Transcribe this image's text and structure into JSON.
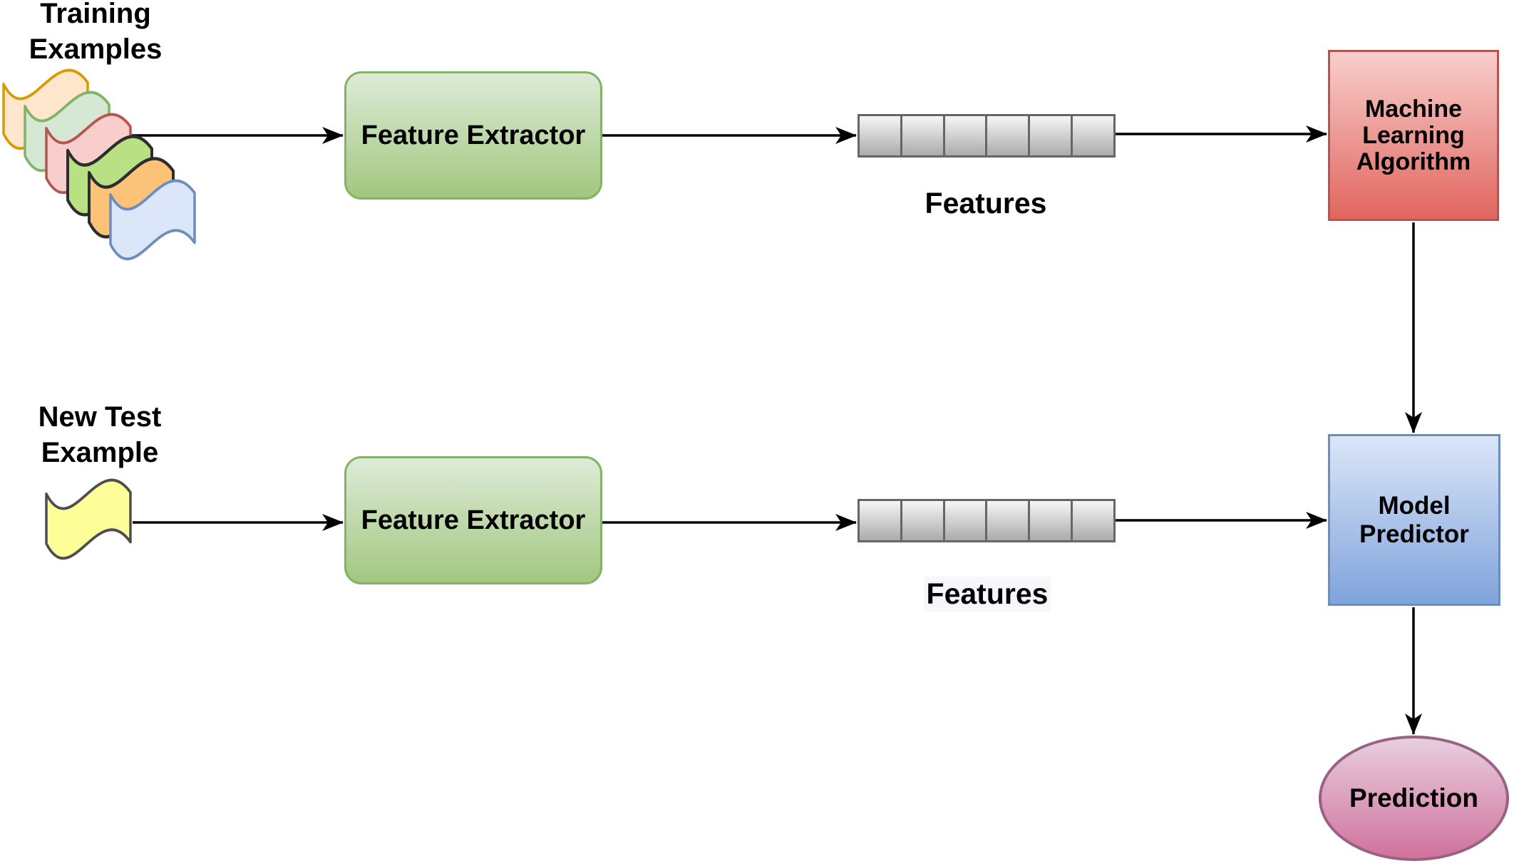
{
  "top_row": {
    "source_label": "Training\nExamples",
    "source_icon": "wave-stack-icon",
    "extractor_label": "Feature Extractor",
    "vector_label": "Features",
    "vector_cell_count": 6,
    "algorithm_label": "Machine\nLearning\nAlgorithm"
  },
  "bottom_row": {
    "source_label": "New Test\nExample",
    "source_icon": "wave-icon",
    "extractor_label": "Feature Extractor",
    "vector_label": "Features",
    "vector_cell_count": 6,
    "predictor_label": "Model\nPredictor"
  },
  "output": {
    "prediction_label": "Prediction"
  },
  "icons": {
    "training_wave_stack": [
      {
        "name": "wave-orange-outline",
        "fill": "#ffe6cc",
        "stroke": "#d79b00"
      },
      {
        "name": "wave-green-pale",
        "fill": "#d5e8d4",
        "stroke": "#82b366"
      },
      {
        "name": "wave-pink",
        "fill": "#f8cecc",
        "stroke": "#b85450"
      },
      {
        "name": "wave-green-bright",
        "fill": "#b9e184",
        "stroke": "#2d2d2d"
      },
      {
        "name": "wave-orange",
        "fill": "#fbc278",
        "stroke": "#2d2d2d"
      },
      {
        "name": "wave-blue",
        "fill": "#dbe7f8",
        "stroke": "#6c8ebf"
      }
    ],
    "test_wave": {
      "name": "wave-yellow",
      "fill": "#ffff99",
      "stroke": "#4d4d4d"
    }
  },
  "colors": {
    "background": "#ffffff",
    "text": "#000000",
    "arrow": "#000000",
    "extractor_fill_top": "#ddebd8",
    "extractor_fill_bottom": "#a2c77f",
    "extractor_border": "#82b366",
    "algorithm_fill_top": "#f8cecc",
    "algorithm_fill_bottom": "#e0665e",
    "algorithm_border": "#b85450",
    "predictor_fill_top": "#dbe6f7",
    "predictor_fill_bottom": "#7fa3dc",
    "predictor_border": "#6c8ebf",
    "prediction_fill_top": "#e7cede",
    "prediction_fill_bottom": "#d1729c",
    "prediction_border": "#996185",
    "cell_fill_top": "#f6f6f6",
    "cell_fill_bottom": "#ababab",
    "cell_border": "#666666",
    "features_label_bg_bottom": "#f6f7fa"
  }
}
